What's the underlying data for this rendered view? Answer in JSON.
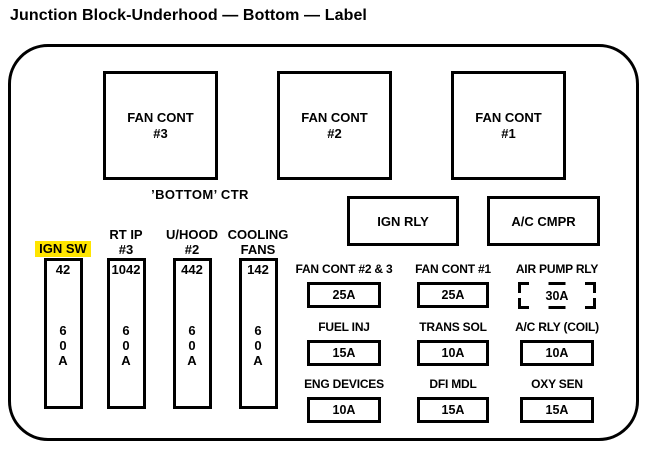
{
  "title": "Junction Block-Underhood — Bottom — Label",
  "colors": {
    "highlight": "#ffe500",
    "ink": "#000000",
    "background": "#ffffff"
  },
  "panel": {
    "relay_squares": [
      {
        "label": "FAN CONT\n#3"
      },
      {
        "label": "FAN CONT\n#2"
      },
      {
        "label": "FAN CONT\n#1"
      }
    ],
    "bottom_ctr_label": "’BOTTOM’ CTR",
    "relays": [
      {
        "label": "IGN RLY"
      },
      {
        "label": "A/C CMPR"
      }
    ],
    "maxi_fuses": [
      {
        "name": "IGN SW",
        "circuit": "42",
        "rating": "6\n0\nA",
        "highlighted": true
      },
      {
        "name": "RT IP\n#3",
        "circuit": "1042",
        "rating": "6\n0\nA",
        "highlighted": false
      },
      {
        "name": "U/HOOD\n#2",
        "circuit": "442",
        "rating": "6\n0\nA",
        "highlighted": false
      },
      {
        "name": "COOLING\nFANS",
        "circuit": "142",
        "rating": "6\n0\nA",
        "highlighted": false
      }
    ],
    "mini_fuses": [
      {
        "label": "FAN CONT #2 & 3",
        "amps": "25A",
        "border": "solid"
      },
      {
        "label": "FAN CONT #1",
        "amps": "25A",
        "border": "solid"
      },
      {
        "label": "AIR PUMP RLY",
        "amps": "30A",
        "border": "dashed"
      },
      {
        "label": "FUEL INJ",
        "amps": "15A",
        "border": "solid"
      },
      {
        "label": "TRANS SOL",
        "amps": "10A",
        "border": "solid"
      },
      {
        "label": "A/C RLY (COIL)",
        "amps": "10A",
        "border": "solid"
      },
      {
        "label": "ENG DEVICES",
        "amps": "10A",
        "border": "solid"
      },
      {
        "label": "DFI MDL",
        "amps": "15A",
        "border": "solid"
      },
      {
        "label": "OXY SEN",
        "amps": "15A",
        "border": "solid"
      }
    ]
  }
}
